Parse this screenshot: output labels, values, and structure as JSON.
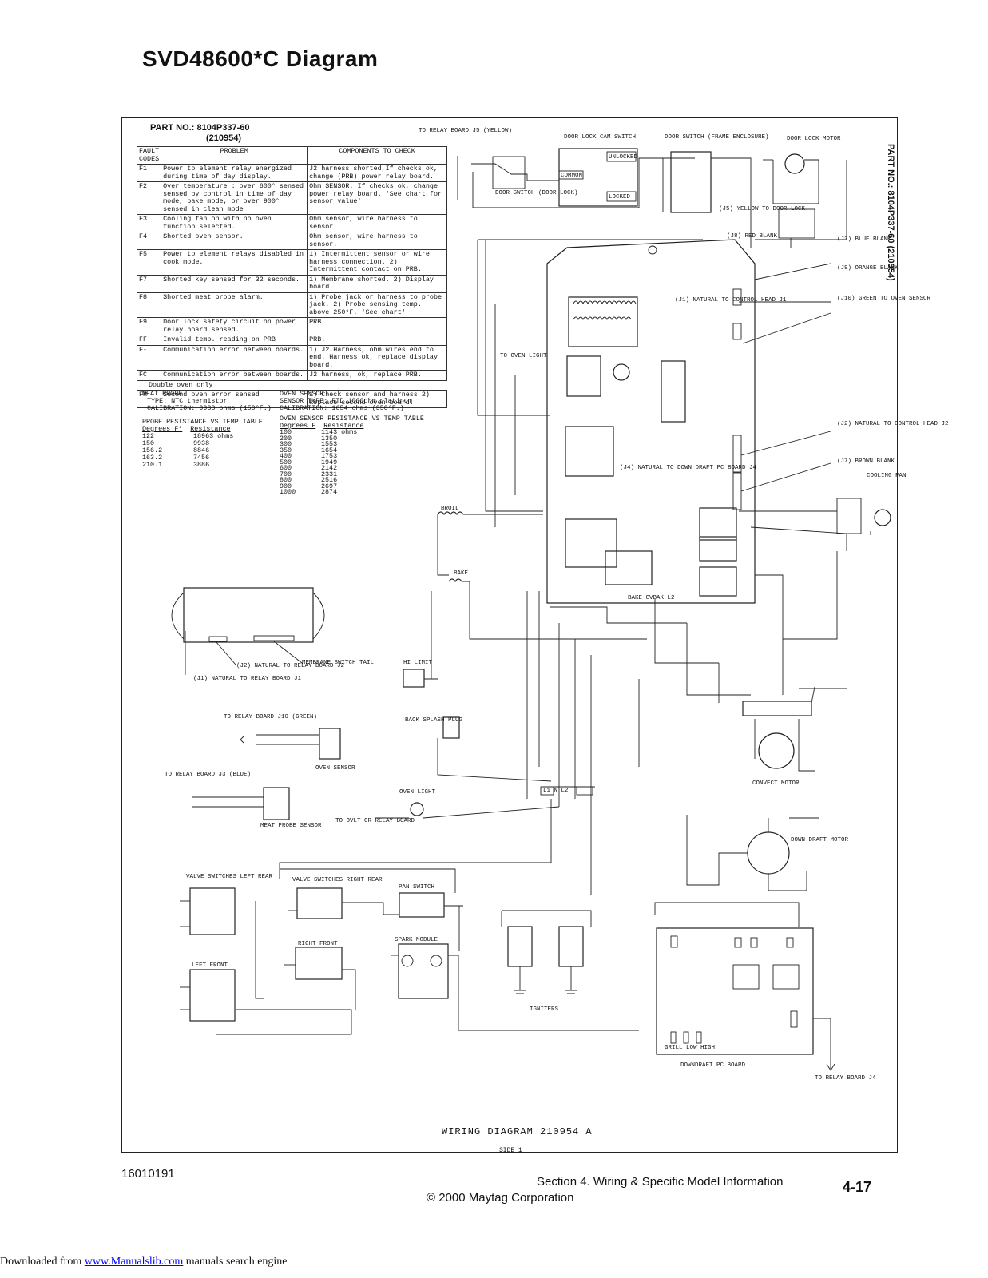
{
  "page_title": "SVD48600*C  Diagram",
  "part_no": {
    "line1": "PART NO.: 8104P337-60",
    "line2": "(210954)"
  },
  "side_part_no": {
    "line1": "PART NO.: 8104P337-60",
    "line2": "(210954)"
  },
  "fault_table": {
    "headers": [
      "FAULT CODES",
      "PROBLEM",
      "COMPONENTS TO CHECK"
    ],
    "rows": [
      {
        "code": "F1",
        "problem": "Power to element relay energized during time of day display.",
        "check": "J2 harness shorted,If checks ok, change (PRB) power relay board."
      },
      {
        "code": "F2",
        "problem": "Over temperature : over 600° sensed sensed by control in time of day mode, bake mode, or over 900° sensed in clean mode",
        "check": "Ohm SENSOR. If checks ok, change power relay board. 'See chart for sensor value'"
      },
      {
        "code": "F3",
        "problem": "Cooling fan on with no oven function selected.",
        "check": "Ohm sensor, wire harness to sensor."
      },
      {
        "code": "F4",
        "problem": "Shorted oven sensor.",
        "check": "Ohm sensor, wire harness to sensor."
      },
      {
        "code": "F5",
        "problem": "Power to element relays disabled in cook mode.",
        "check": "1) Intermittent sensor or wire harness connection. 2) Intermittent contact on PRB."
      },
      {
        "code": "F7",
        "problem": "Shorted key sensed for 32 seconds.",
        "check": "1) Membrane shorted. 2) Display board."
      },
      {
        "code": "F8",
        "problem": "Shorted meat probe alarm.",
        "check": "1) Probe jack or harness to probe jack. 2) Probe sensing temp. above 250°F. 'See chart'"
      },
      {
        "code": "F9",
        "problem": "Door lock safety circuit on power relay board sensed.",
        "check": "PRB."
      },
      {
        "code": "FF",
        "problem": "Invalid temp. reading on PRB",
        "check": "PRB."
      },
      {
        "code": "F-",
        "problem": "Communication error between boards.",
        "check": "1) J2 Harness, ohm wires end to end. Harness ok, replace display board."
      },
      {
        "code": "FC",
        "problem": "Communication error between boards.",
        "check": "J2 harness, ok, replace PRB."
      },
      {
        "code": "",
        "problem": "Double oven only",
        "check": ""
      },
      {
        "code": "FR",
        "problem": "Second oven error sensed",
        "check": "1) Check sensor and harness 2) Replace second oven board."
      }
    ]
  },
  "meat_probe": {
    "title": "MEAT PROBE",
    "type": "TYPE:       NTC thermistor",
    "calibration": "CALIBRATION:  9938 ohms (150°F.)",
    "table_title": "PROBE RESISTANCE VS TEMP TABLE",
    "col1": "Degrees F°",
    "col2": "Resistance",
    "rows": [
      [
        "122",
        "18963 ohms"
      ],
      [
        "150",
        "9938"
      ],
      [
        "156.2",
        "8846"
      ],
      [
        "163.2",
        "7456"
      ],
      [
        "210.1",
        "3886"
      ]
    ]
  },
  "oven_sensor": {
    "title": "OVEN SENSOR",
    "type": "SENSOR TYPE:  RTD 1000ohm platinum",
    "calibration": "CALIBRATION:  1654 ohms (350°F.)",
    "table_title": "OVEN SENSOR RESISTANCE VS TEMP TABLE",
    "col1": "Degrees F",
    "col2": "Resistance",
    "rows": [
      [
        "100",
        "1143 ohms"
      ],
      [
        "200",
        "1350"
      ],
      [
        "300",
        "1553"
      ],
      [
        "350",
        "1654"
      ],
      [
        "400",
        "1753"
      ],
      [
        "500",
        "1949"
      ],
      [
        "600",
        "2142"
      ],
      [
        "700",
        "2331"
      ],
      [
        "800",
        "2516"
      ],
      [
        "900",
        "2697"
      ],
      [
        "1000",
        "2874"
      ]
    ]
  },
  "labels": {
    "to_relay_board_j5": "TO RELAY BOARD J5 (YELLOW)",
    "door_lock_cam_switch": "DOOR LOCK CAM SWITCH",
    "door_switch_frame": "DOOR SWITCH (FRAME ENCLOSURE)",
    "door_lock_motor": "DOOR LOCK MOTOR",
    "unlocked": "UNLOCKED",
    "locked": "LOCKED",
    "common": "COMMON",
    "door_switch_door_lock": "DOOR SWITCH (DOOR LOCK)",
    "j5_yellow": "(J5) YELLOW TO DOOR LOCK",
    "j8_red": "(J8) RED BLANK",
    "j3_blue": "(J3) BLUE BLANK",
    "j9_orange": "(J9) ORANGE BLANK",
    "j10_green": "(J10) GREEN TO OVEN SENSOR",
    "j1_natural": "(J1) NATURAL TO CONTROL HEAD J1",
    "to_oven_light": "TO OVEN LIGHT",
    "j2_natural": "(J2) NATURAL TO CONTROL HEAD J2",
    "j7_brown": "(J7) BROWN BLANK",
    "cooling_fan": "COOLING FAN",
    "j4_natural": "(J4) NATURAL TO DOWN DRAFT PC BOARD J4",
    "broil": "BROIL",
    "bake": "BAKE",
    "bake_cvbak": "BAKE CVBAK L2",
    "hi_limit": "HI LIMIT",
    "membrane_tail": "MEMBRANE SWITCH TAIL",
    "j2_relay": "(J2) NATURAL TO RELAY BOARD J2",
    "j1_relay": "(J1) NATURAL TO RELAY BOARD J1",
    "to_relay_j10": "TO RELAY BOARD J10 (GREEN)",
    "oven_sensor_lbl": "OVEN SENSOR",
    "back_splash": "BACK SPLASH PLUG",
    "convect_motor": "CONVECT MOTOR",
    "to_relay_j3": "TO RELAY BOARD J3 (BLUE)",
    "meat_probe_sensor": "MEAT PROBE SENSOR",
    "oven_light": "OVEN LIGHT",
    "to_ovlt": "TO OVLT OR RELAY BOARD",
    "down_draft_motor": "DOWN DRAFT MOTOR",
    "valve_left_rear": "VALVE SWITCHES LEFT REAR",
    "valve_right_rear": "VALVE SWITCHES RIGHT REAR",
    "pan_switch": "PAN SWITCH",
    "right_front": "RIGHT FRONT",
    "left_front": "LEFT FRONT",
    "spark_module": "SPARK MODULE",
    "igniters": "IGNITERS",
    "grill_low_high": "GRILL  LOW  HIGH",
    "downdraft_pc_board": "DOWNDRAFT PC BOARD",
    "to_relay_board_j4": "TO RELAY BOARD J4",
    "l1_n_l2": "L1  N  L2"
  },
  "caption": "WIRING DIAGRAM 210954 A",
  "side": "SIDE 1",
  "doc_number": "16010191",
  "footer_section": "Section 4.   Wiring & Specific Model Information",
  "page_number": "4-17",
  "copyright": "© 2000 Maytag Corporation",
  "download": {
    "prefix": "Downloaded from ",
    "link": "www.Manualslib.com",
    "suffix": " manuals search engine"
  }
}
